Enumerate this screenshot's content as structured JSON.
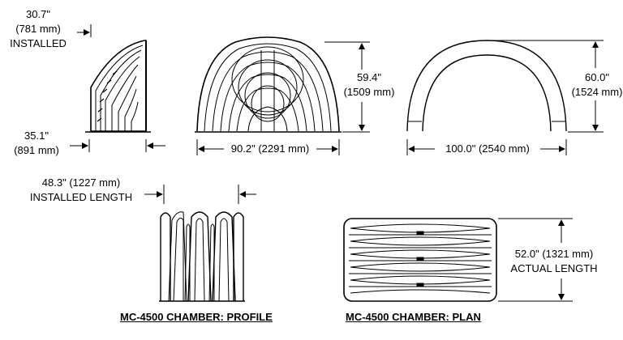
{
  "views": {
    "side": {
      "height_in": "30.7\"",
      "height_mm": "(781 mm)",
      "height_note": "INSTALLED",
      "depth_in": "35.1\"",
      "depth_mm": "(891 mm)"
    },
    "end": {
      "height_in": "59.4\"",
      "height_mm": "(1509 mm)",
      "width": "90.2\" (2291 mm)"
    },
    "arch": {
      "height_in": "60.0\"",
      "height_mm": "(1524 mm)",
      "width": "100.0\" (2540 mm)"
    },
    "profile": {
      "length": "48.3\" (1227 mm)",
      "length_note": "INSTALLED LENGTH",
      "caption": "MC-4500 CHAMBER: PROFILE"
    },
    "plan": {
      "length": "52.0\" (1321 mm)",
      "length_note": "ACTUAL LENGTH",
      "caption": "MC-4500 CHAMBER: PLAN"
    }
  }
}
